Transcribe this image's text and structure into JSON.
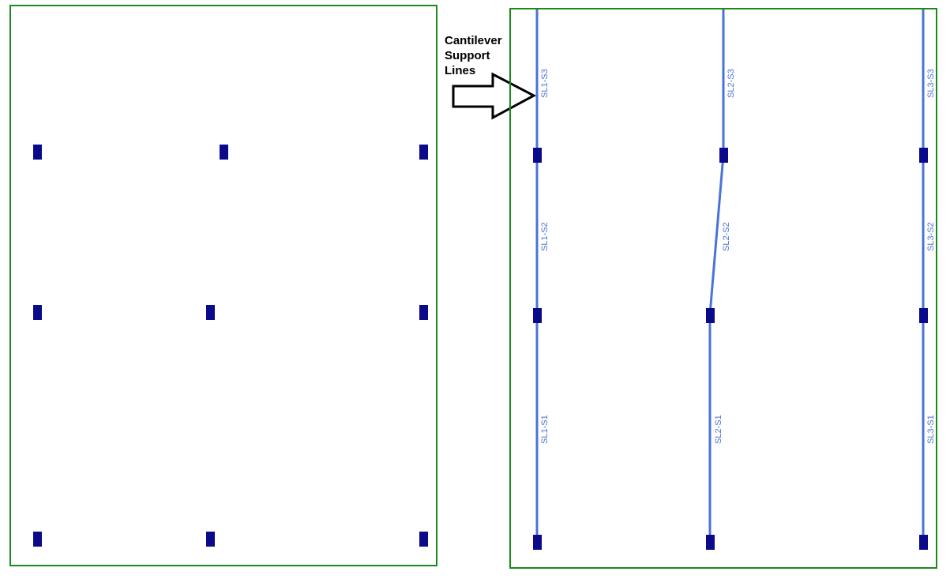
{
  "annotation": {
    "lines": [
      "Cantilever",
      "Support",
      "Lines"
    ]
  },
  "strip_labels": {
    "sl1": [
      "SL1-S1",
      "SL1-S2",
      "SL1-S3"
    ],
    "sl2": [
      "SL2-S1",
      "SL2-S2",
      "SL2-S3"
    ],
    "sl3": [
      "SL3-S1",
      "SL3-S2",
      "SL3-S3"
    ]
  },
  "colors": {
    "boundary": "#1a8a1a",
    "column": "#0a0a8a",
    "support_line": "#4a72d8",
    "arrow": "#000000"
  }
}
